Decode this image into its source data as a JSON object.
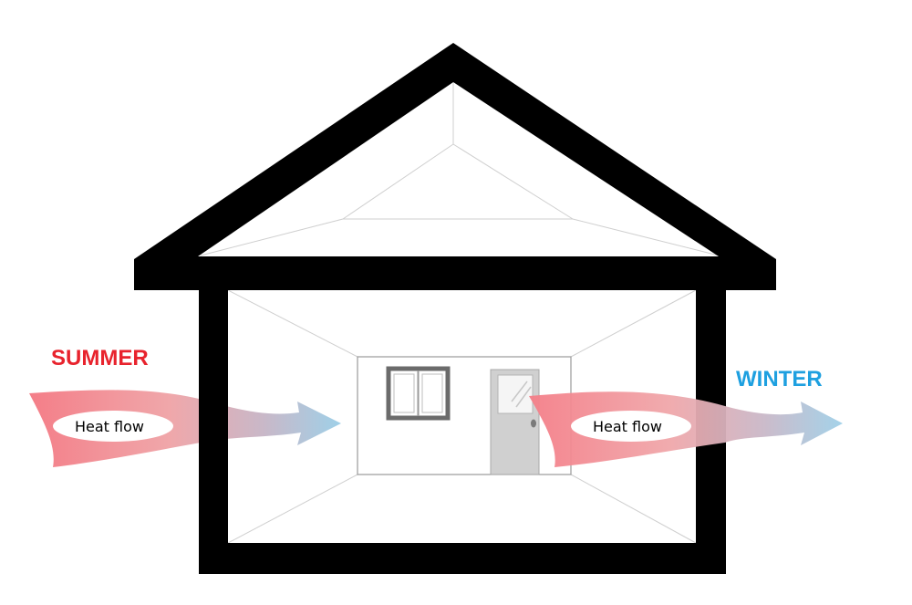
{
  "labels": {
    "summer": "SUMMER",
    "winter": "WINTER",
    "heat_flow_summer": "Heat flow",
    "heat_flow_winter": "Heat flow"
  },
  "colors": {
    "summer": "#e8232d",
    "winter": "#1ea0e0",
    "warm": "#f28a92",
    "cool": "#9dcfe6",
    "structure": "#000000",
    "door": "#d0d0d0",
    "window_frame": "#6b6b6b"
  }
}
